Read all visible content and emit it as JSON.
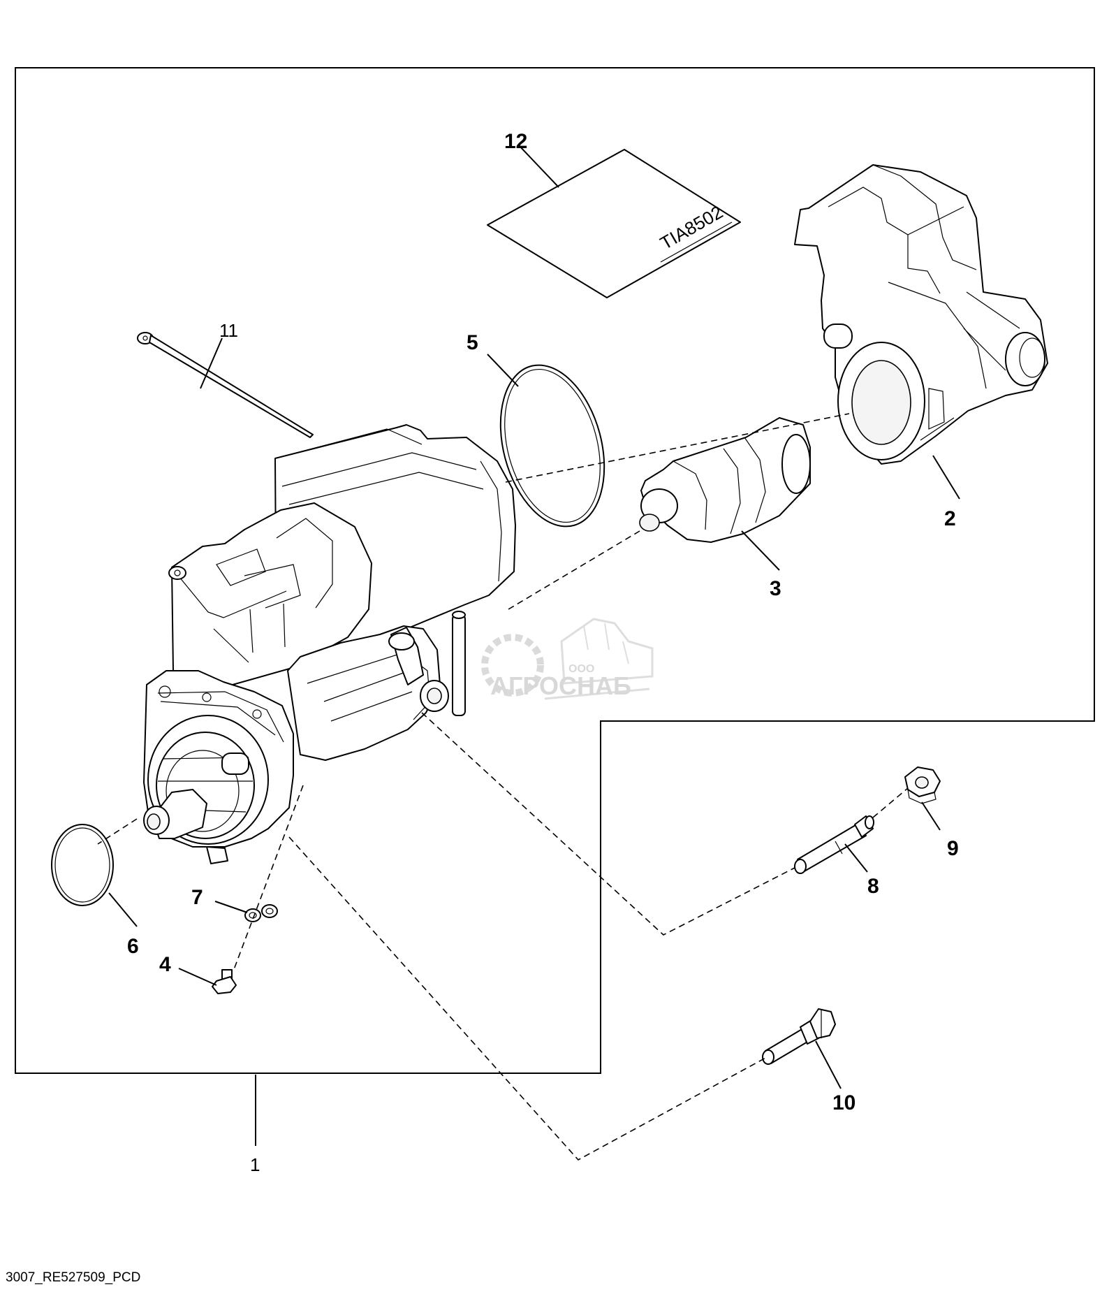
{
  "diagram": {
    "callouts": [
      "1",
      "2",
      "3",
      "4",
      "5",
      "6",
      "7",
      "8",
      "9",
      "10",
      "11",
      "12"
    ],
    "decal_text": "TIA8502",
    "watermark": {
      "line1": "ООО",
      "line2": "АГРОСНАБ"
    },
    "footer_code": "3007_RE527509_PCD"
  }
}
